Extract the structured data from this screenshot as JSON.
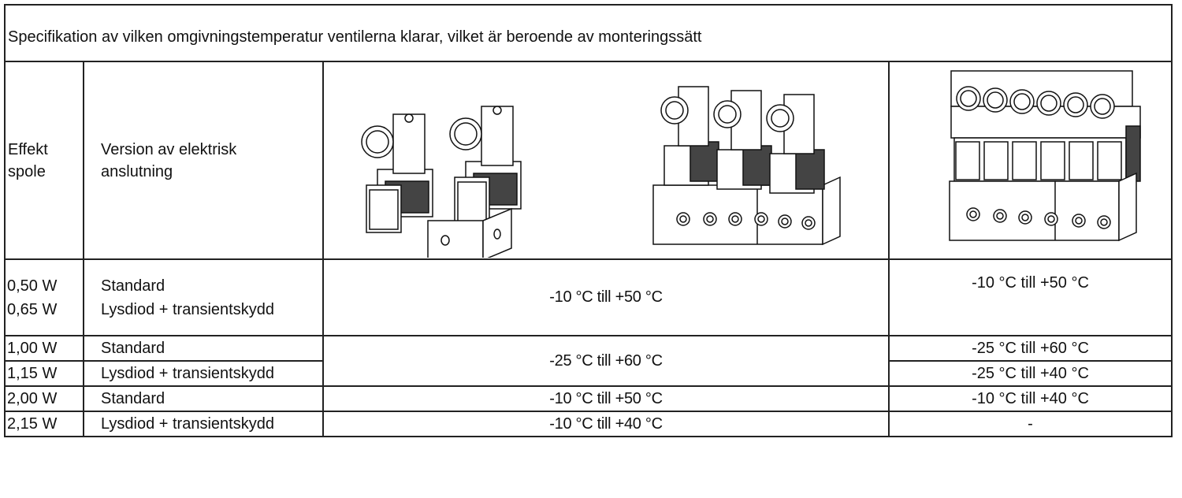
{
  "table": {
    "title": "Specifikation av vilken omgivningstemperatur ventilerna klarar, vilket är beroende av monteringssätt",
    "headers": {
      "col1_line1": "Effekt",
      "col1_line2": "spole",
      "col2_line1": "Version av elektrisk",
      "col2_line2": "anslutning",
      "col3_image": "single-valves-and-3-valve-manifold-illustration",
      "col4_image": "6-valve-manifold-illustration"
    },
    "rows": [
      {
        "power": "0,50 W",
        "version": "Standard"
      },
      {
        "power": "0,65 W",
        "version": "Lysdiod + transientskydd"
      },
      {
        "power": "1,00 W",
        "version": "Standard"
      },
      {
        "power": "1,15 W",
        "version": "Lysdiod + transientskydd"
      },
      {
        "power": "2,00 W",
        "version": "Standard"
      },
      {
        "power": "2,15 W",
        "version": "Lysdiod + transientskydd"
      }
    ],
    "col3_values": {
      "group_050_065": "-10 °C till +50 °C",
      "group_100_115": "-25 °C till +60 °C",
      "row_200": "-10 °C till +50 °C",
      "row_215": "-10 °C till +40 °C"
    },
    "col4_values": {
      "group_050_065": "-10 °C till +50 °C",
      "row_100": "-25 °C till +60 °C",
      "row_115": "-25 °C till +40 °C",
      "row_200": "-10 °C till +40 °C",
      "row_215": "-"
    }
  }
}
